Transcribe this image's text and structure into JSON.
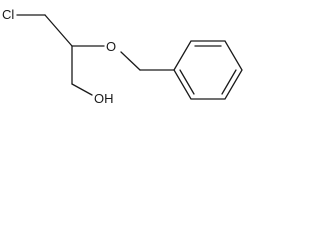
{
  "molecule": {
    "atoms": {
      "chlorine": "Cl",
      "ether_oxygen": "O",
      "hydroxyl": "OH"
    }
  }
}
